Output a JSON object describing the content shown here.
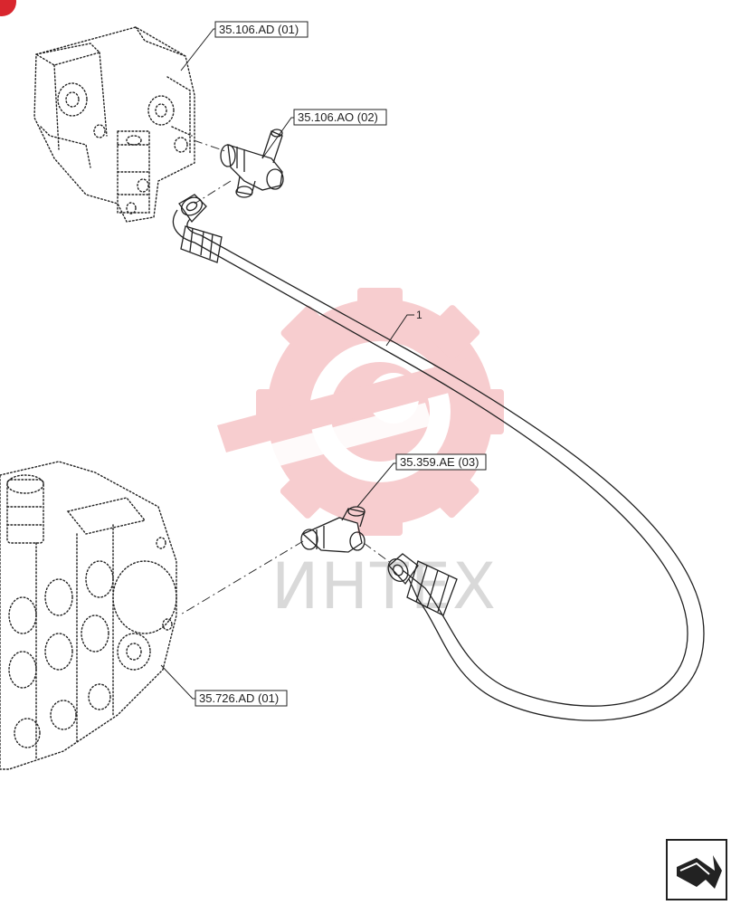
{
  "diagram": {
    "callouts": [
      {
        "id": "pump",
        "label": "35.106.AD (01)"
      },
      {
        "id": "fitting-top",
        "label": "35.106.AO (02)"
      },
      {
        "id": "fitting-mid",
        "label": "35.359.AE (03)"
      },
      {
        "id": "valve",
        "label": "35.726.AD (01)"
      }
    ],
    "item_number": "1",
    "watermark_text": "ИНТЕХ",
    "watermark_color": "#f2a5a8",
    "corner_badge_color": "#d9262e",
    "nav_icon": "return-arrow-icon"
  }
}
